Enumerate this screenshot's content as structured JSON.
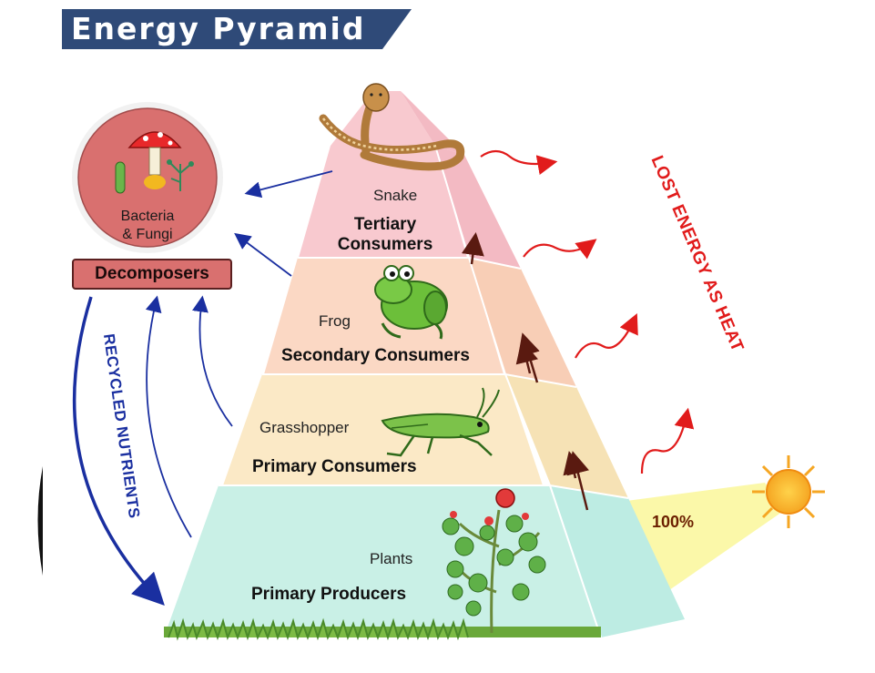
{
  "title": "Energy Pyramid",
  "levels": [
    {
      "organism": "Snake",
      "level": "Tertiary\nConsumers",
      "color": "#f8c9cf"
    },
    {
      "organism": "Frog",
      "level": "Secondary Consumers",
      "color": "#fbd8c4"
    },
    {
      "organism": "Grasshopper",
      "level": "Primary Consumers",
      "color": "#fbe9c6"
    },
    {
      "organism": "Plants",
      "level": "Primary Producers",
      "color": "#c9f0e6"
    }
  ],
  "decomposers": {
    "circle_text_1": "Bacteria",
    "circle_text_2": "& Fungi",
    "label": "Decomposers",
    "color": "#d9706f"
  },
  "recycled_label": "RECYCLED NUTRIENTS",
  "heat_label": "LOST ENERGY AS HEAT",
  "sun_percent": "100%",
  "colors": {
    "banner": "#2f4a78",
    "heat": "#e11b1b",
    "recycle": "#1a2fa0",
    "energy_arrow": "#5a1a10"
  }
}
